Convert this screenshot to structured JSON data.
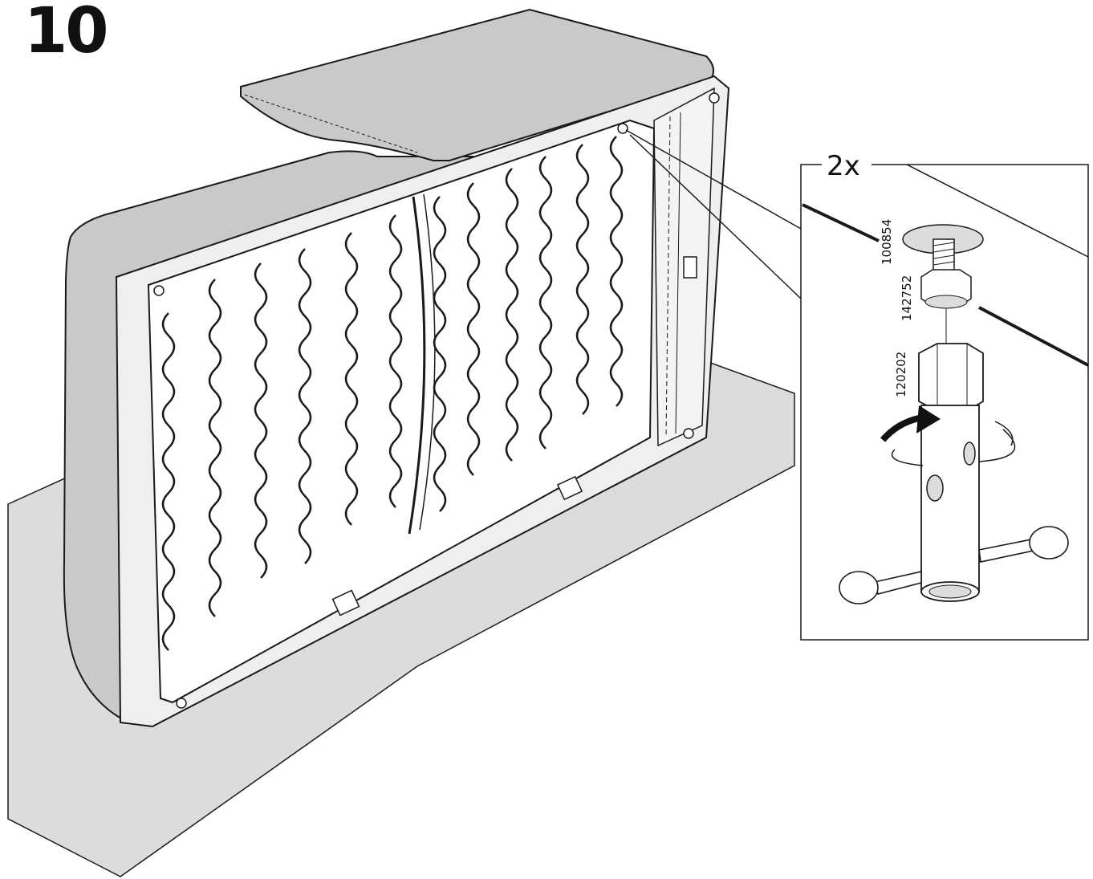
{
  "step": {
    "number": "10"
  },
  "detail": {
    "quantity": "2x",
    "parts": [
      {
        "id": "100854"
      },
      {
        "id": "142752"
      },
      {
        "id": "120202"
      }
    ]
  },
  "colors": {
    "line": "#1a1a1a",
    "fabric": "#c9c9c9",
    "floor": "#dcdcdc",
    "frame": "#efefef",
    "arrow": "#111111"
  },
  "icons": {
    "rotate_arrow": "rotate-arrow-icon"
  }
}
